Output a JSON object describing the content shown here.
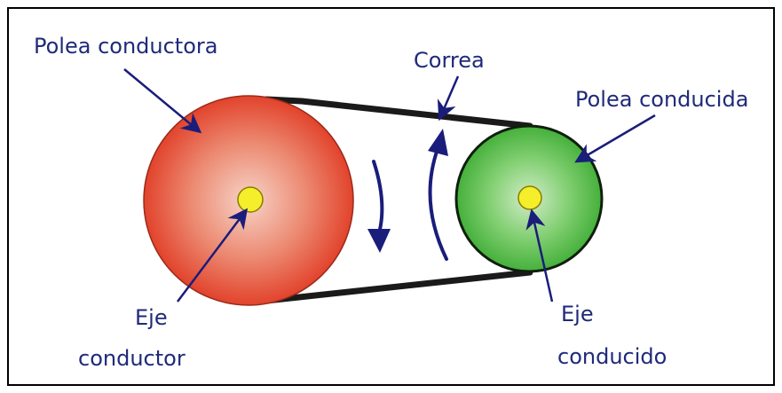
{
  "labels": {
    "driver_pulley": "Polea conductora",
    "belt": "Correa",
    "driven_pulley": "Polea conducida",
    "driver_axle_line1": "Eje",
    "driver_axle_line2": "conductor",
    "driven_axle_line1": "Eje",
    "driven_axle_line2": "conducido"
  },
  "colors": {
    "frame": "#000000",
    "text": "#1f2a7a",
    "arrow": "#1a1d7a",
    "belt": "#1a1a1a",
    "driver_pulley_center": "#f7d4c8",
    "driver_pulley_edge": "#e2432c",
    "driven_pulley_center": "#d2ecc9",
    "driven_pulley_edge": "#45b03b",
    "axle": "#f5ee2a"
  }
}
